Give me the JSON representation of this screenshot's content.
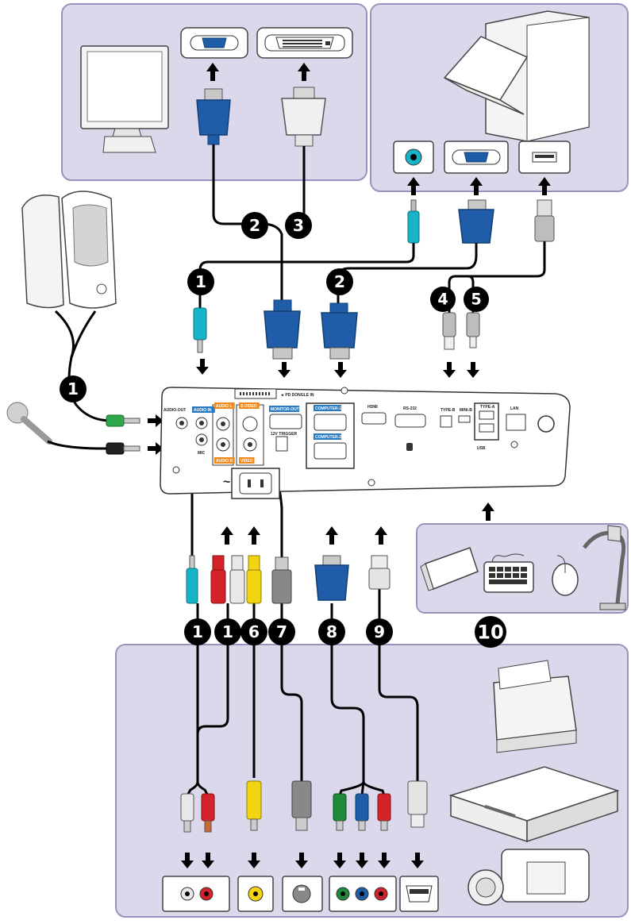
{
  "badges": [
    {
      "id": "badge-1-audio-in-top",
      "text": "1"
    },
    {
      "id": "badge-2-vga-monitor",
      "text": "2"
    },
    {
      "id": "badge-3-dvi-monitor",
      "text": "3"
    },
    {
      "id": "badge-2-vga-in",
      "text": "2"
    },
    {
      "id": "badge-1-speaker-mic",
      "text": "1"
    },
    {
      "id": "badge-4-usb-b",
      "text": "4"
    },
    {
      "id": "badge-5-usb-mini",
      "text": "5"
    },
    {
      "id": "badge-1-audio-bottom-a",
      "text": "1"
    },
    {
      "id": "badge-1-audio-bottom-b",
      "text": "1"
    },
    {
      "id": "badge-6-composite",
      "text": "6"
    },
    {
      "id": "badge-7-svideo",
      "text": "7"
    },
    {
      "id": "badge-8-component",
      "text": "8"
    },
    {
      "id": "badge-9-hdmi",
      "text": "9"
    },
    {
      "id": "badge-10-usb-devices",
      "text": "10"
    }
  ],
  "panel_labels": {
    "audio_out": "AUDIO-OUT",
    "audio_in": "AUDIO IN",
    "audio_l": "AUDIO L",
    "audio_r": "AUDIO R",
    "svideo": "S-VIDEO",
    "video": "VIDEO",
    "monitor_out": "MONITOR-OUT",
    "computer_1": "COMPUTER-1",
    "computer_2": "COMPUTER-2",
    "hdmi": "HDMI",
    "rs232": "RS-232",
    "type_b": "TYPE-B",
    "mini_b": "MINI-B",
    "type_a": "TYPE-A",
    "lan": "LAN",
    "trigger": "12V TRIGGER",
    "mic": "MIC",
    "pd_dongle": "◄ PD DONGLE IN",
    "usb": "USB",
    "ac": "~"
  },
  "colors": {
    "panel_bg": "#dcd8ec",
    "panel_border": "#9b93bd",
    "vga_blue": "#1f5da8",
    "label_blue": "#2a7ac0",
    "label_orange": "#f08a1c",
    "cable": "#000000",
    "red": "#d4222a",
    "white_plug": "#e8e8e8",
    "yellow": "#f2d411",
    "green": "#1e8a3a",
    "teal": "#17b4c8"
  },
  "icons": [
    "lcd-monitor-icon",
    "vga-port-icon",
    "dvi-port-icon",
    "laptop-icon",
    "desktop-tower-icon",
    "audio-jack-icon",
    "usb-port-icon",
    "speakers-icon",
    "microphone-icon",
    "usb-flash-drive-icon",
    "keyboard-icon",
    "mouse-icon",
    "document-camera-icon",
    "dvd-player-icon",
    "set-top-box-icon",
    "camcorder-icon",
    "rca-ports-icon",
    "composite-port-icon",
    "svideo-port-icon",
    "component-ports-icon",
    "hdmi-port-icon"
  ]
}
